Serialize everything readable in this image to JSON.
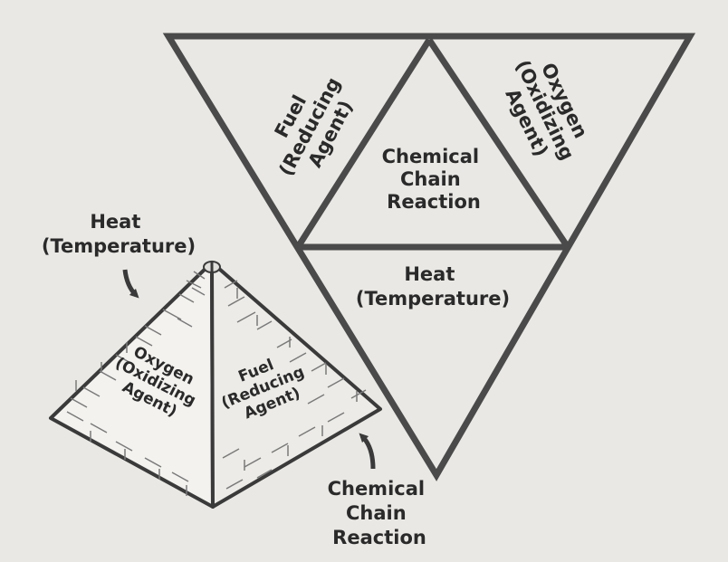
{
  "tetrahedron": {
    "fuel": [
      "Fuel",
      "(Reducing",
      "Agent)"
    ],
    "oxygen": [
      "Oxygen",
      "(Oxidizing",
      "Agent)"
    ],
    "chain": [
      "Chemical",
      "Chain",
      "Reaction"
    ],
    "heat": [
      "Heat",
      "(Temperature)"
    ]
  },
  "pyramid": {
    "heat_label": [
      "Heat",
      "(Temperature)"
    ],
    "oxygen_face": [
      "Oxygen",
      "(Oxidizing",
      "Agent)"
    ],
    "fuel_face": [
      "Fuel",
      "(Reducing",
      "Agent)"
    ],
    "chain_label": [
      "Chemical",
      "Chain",
      "Reaction"
    ]
  },
  "colors": {
    "background": "#e9e8e4",
    "line": "#4a4a4a",
    "text": "#2a2a2a"
  }
}
